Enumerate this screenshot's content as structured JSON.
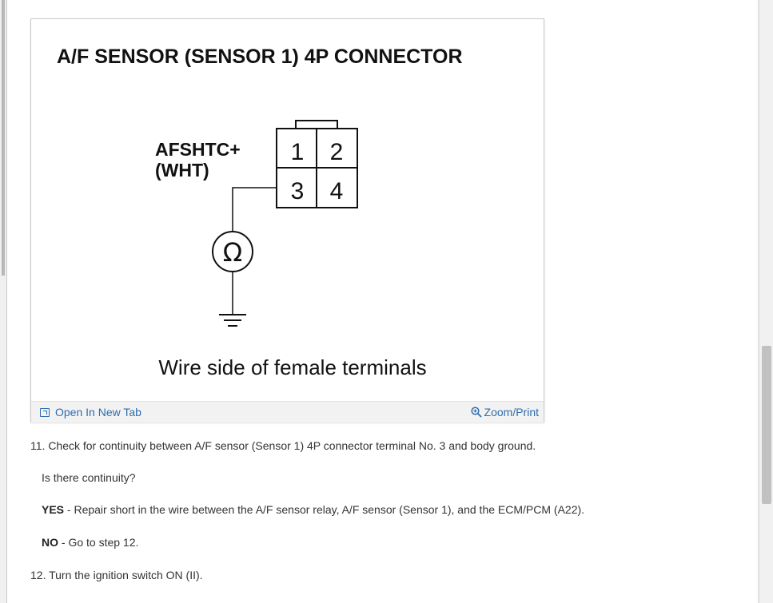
{
  "figure": {
    "title": "A/F SENSOR (SENSOR 1) 4P CONNECTOR",
    "wire_label_line1": "AFSHTC+",
    "wire_label_line2": "(WHT)",
    "terminals": [
      "1",
      "2",
      "3",
      "4"
    ],
    "meter_symbol": "Ω",
    "caption": "Wire side of female terminals",
    "open_link": "Open In New Tab",
    "zoom_link": "Zoom/Print",
    "link_color": "#2f6db0"
  },
  "steps": {
    "step11": "11. Check for continuity between A/F sensor (Sensor 1) 4P connector terminal No. 3 and body ground.",
    "question": "Is there continuity?",
    "yes_label": "YES",
    "yes_text": " - Repair short in the wire between the A/F sensor relay, A/F sensor (Sensor 1), and the ECM/PCM (A22).",
    "no_label": "NO",
    "no_text": " - Go to step 12.",
    "step12": "12. Turn the ignition switch ON (II)."
  }
}
